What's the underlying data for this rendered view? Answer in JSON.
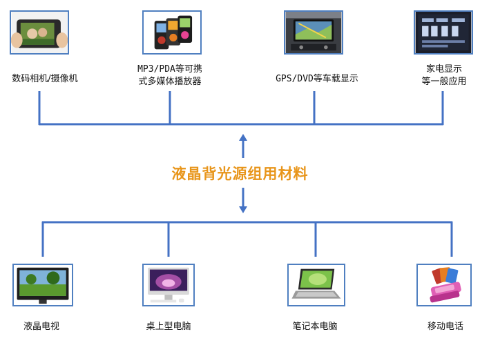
{
  "title": "液晶背光源组用材料",
  "colors": {
    "line": "#4472c4",
    "title": "#e8951a",
    "thumb_border": "#4f7fc0"
  },
  "top_items": [
    {
      "line1": "数码相机/摄像机",
      "line2": "",
      "icon": "digital-camera-photo"
    },
    {
      "line1": "MP3/PDA等可携",
      "line2": "式多媒体播放器",
      "icon": "mp3-players-photo"
    },
    {
      "line1": "GPS/DVD等车载显示",
      "line2": "",
      "icon": "car-gps-dashboard-photo"
    },
    {
      "line1": "家电显示",
      "line2": "等一般应用",
      "icon": "appliance-lcd-panel-photo"
    }
  ],
  "bottom_items": [
    {
      "label": "液晶电视",
      "icon": "lcd-tv-photo"
    },
    {
      "label": "桌上型电脑",
      "icon": "desktop-monitor-photo"
    },
    {
      "label": "笔记本电脑",
      "icon": "laptop-photo"
    },
    {
      "label": "移动电话",
      "icon": "mobile-phone-photo"
    }
  ]
}
